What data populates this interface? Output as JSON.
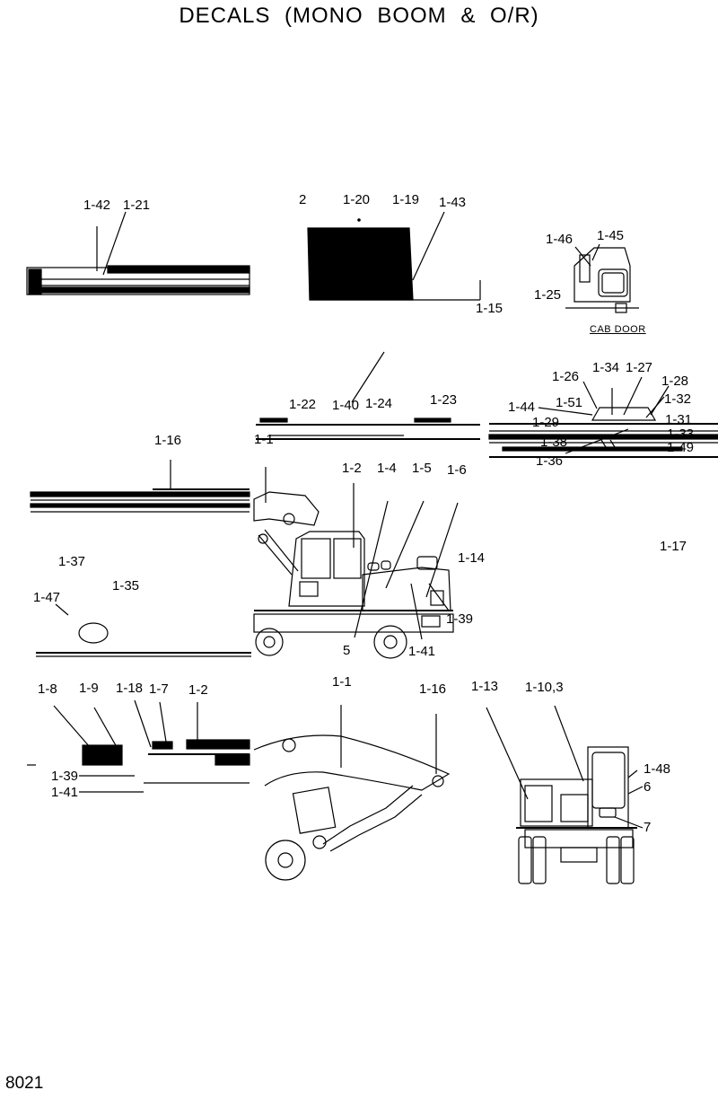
{
  "title": "DECALS (MONO BOOM & O/R)",
  "page_number": "8021",
  "cab_door_caption": "CAB DOOR",
  "callouts": {
    "c1_42": "1-42",
    "c1_21": "1-21",
    "c2": "2",
    "c1_20": "1-20",
    "c1_19": "1-19",
    "c1_43": "1-43",
    "c1_15": "1-15",
    "c1_46": "1-46",
    "c1_45": "1-45",
    "c1_25": "1-25",
    "c1_26": "1-26",
    "c1_34": "1-34",
    "c1_27": "1-27",
    "c1_28": "1-28",
    "c1_44": "1-44",
    "c1_51": "1-51",
    "c1_32": "1-32",
    "c1_29": "1-29",
    "c1_31": "1-31",
    "c1_33": "1-33",
    "c1_38": "1-38",
    "c1_49": "1-49",
    "c1_36": "1-36",
    "c1_22": "1-22",
    "c1_40": "1-40",
    "c1_24": "1-24",
    "c1_23": "1-23",
    "c1_1a": "1-1",
    "c1_16a": "1-16",
    "c1_2a": "1-2",
    "c1_4": "1-4",
    "c1_5": "1-5",
    "c1_6": "1-6",
    "c1_14": "1-14",
    "c1_17": "1-17",
    "c1_39a": "1-39",
    "c5": "5",
    "c1_41a": "1-41",
    "c1_37": "1-37",
    "c1_35": "1-35",
    "c1_47": "1-47",
    "c1_8": "1-8",
    "c1_9": "1-9",
    "c1_18": "1-18",
    "c1_7": "1-7",
    "c1_2b": "1-2",
    "c1_39b": "1-39",
    "c1_41b": "1-41",
    "c1_1b": "1-1",
    "c1_16b": "1-16",
    "c1_13": "1-13",
    "c1_10_3": "1-10,3",
    "c1_48": "1-48",
    "c6": "6",
    "c7": "7"
  }
}
